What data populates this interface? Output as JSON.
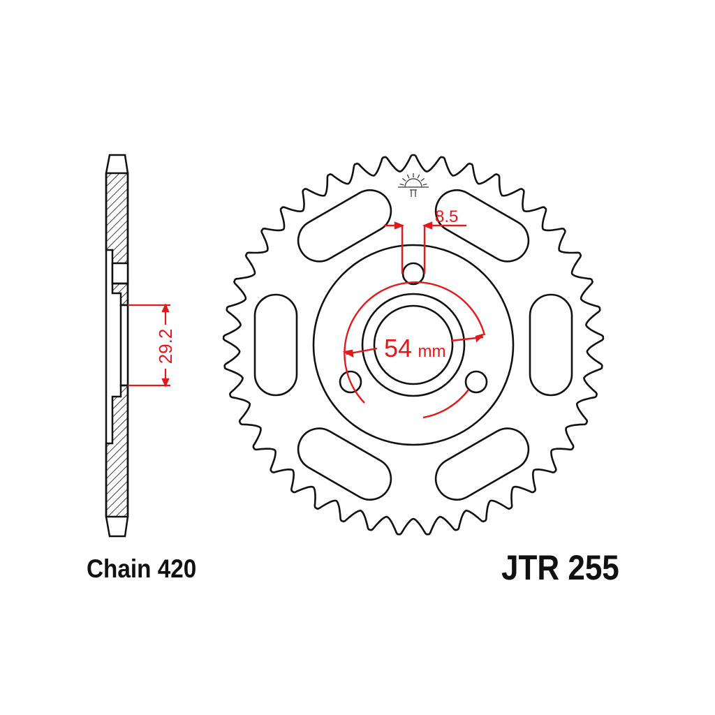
{
  "title": "JTR 255",
  "chain": "Chain 420",
  "dimensions": {
    "spline_width": "8.5",
    "center_bore": "54",
    "center_bore_unit": "mm",
    "hub_thickness": "29.2"
  },
  "teeth_drawn": 41,
  "colors": {
    "outline": "#111111",
    "dimension": "#e3191b"
  },
  "logo_icon": "sun-logo-icon"
}
